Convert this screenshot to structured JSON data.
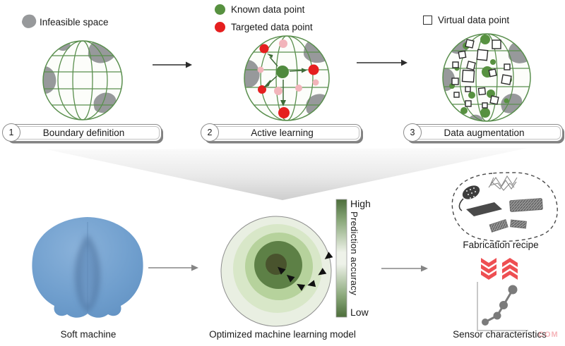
{
  "figure": {
    "legend": {
      "infeasible_label": "Infeasible space",
      "known_label": "Known data point",
      "targeted_label": "Targeted data point",
      "virtual_label": "Virtual data point"
    },
    "steps": [
      {
        "number": "1",
        "label": "Boundary definition"
      },
      {
        "number": "2",
        "label": "Active learning"
      },
      {
        "number": "3",
        "label": "Data augmentation"
      }
    ],
    "colorbar": {
      "high_label": "High",
      "low_label": "Low",
      "axis_label": "Prediction accuracy"
    },
    "bottom_labels": {
      "soft_machine": "Soft machine",
      "ml_model": "Optimized machine learning model",
      "fabrication": "Fabrication recipe",
      "sensor": "Sensor characteristics"
    },
    "watermark": "COM",
    "colors": {
      "globe_grid_green": "#5a8f4e",
      "known_green": "#579140",
      "targeted_red": "#e51f1f",
      "faded_pink": "#f2b4ba",
      "infeasible_gray": "#97999b",
      "chevron_red": "#ee4f52",
      "soft_machine_blue": "#74a3d2",
      "dark_model_green": "#5d8046"
    }
  }
}
